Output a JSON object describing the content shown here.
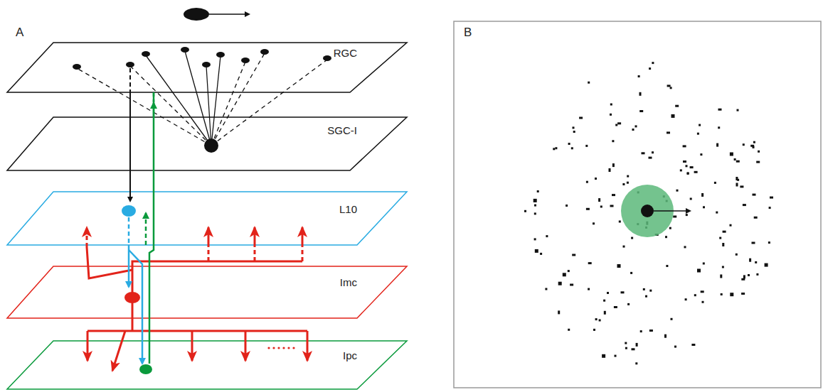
{
  "diagram": {
    "nodes": [
      {
        "text": [
          "RGC"
        ]
      },
      {
        "text": [
          "SGC-I"
        ]
      },
      {
        "text": [
          "L10"
        ]
      },
      {
        "text": [
          "Imc"
        ]
      },
      {
        "text": [
          "Ipc"
        ]
      }
    ],
    "labels": [
      "A",
      "B"
    ]
  }
}
